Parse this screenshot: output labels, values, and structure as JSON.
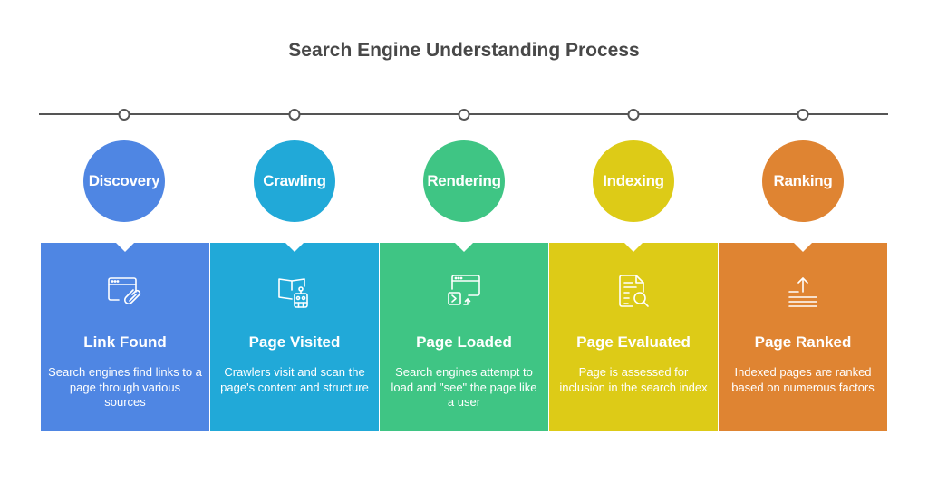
{
  "title": "Search Engine Understanding Process",
  "stages": [
    {
      "label": "Discovery",
      "card_title": "Link Found",
      "description": "Search engines find links to a page through various sources",
      "icon": "browser-link-icon",
      "color": "#4f86e3"
    },
    {
      "label": "Crawling",
      "card_title": "Page Visited",
      "description": "Crawlers visit and scan the page's content and structure",
      "icon": "book-robot-icon",
      "color": "#21a9d8"
    },
    {
      "label": "Rendering",
      "card_title": "Page Loaded",
      "description": "Search engines attempt to load and \"see\" the page like a user",
      "icon": "browser-terminal-icon",
      "color": "#3fc584"
    },
    {
      "label": "Indexing",
      "card_title": "Page Evaluated",
      "description": "Page is assessed for inclusion in the search index",
      "icon": "document-search-icon",
      "color": "#ddcb17"
    },
    {
      "label": "Ranking",
      "card_title": "Page Ranked",
      "description": "Indexed pages are ranked based on numerous factors",
      "icon": "rank-up-icon",
      "color": "#df8432"
    }
  ]
}
